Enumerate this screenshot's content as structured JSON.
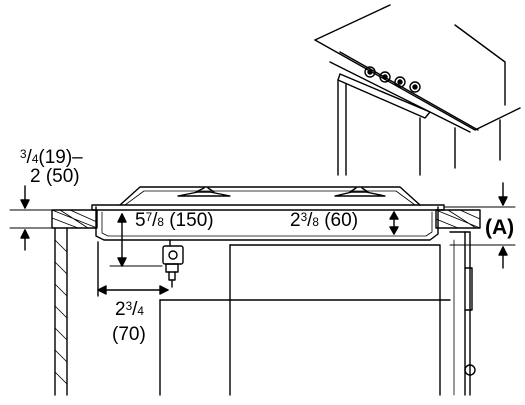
{
  "labels": {
    "depth_range_line1": {
      "num": "3",
      "den": "4",
      "rest": "(19)–"
    },
    "depth_range_line2": "2 (50)",
    "burner_depth": {
      "whole": "5",
      "num": "7",
      "den": "8",
      "rest": " (150)"
    },
    "side_depth": {
      "whole": "2",
      "num": "3",
      "den": "8",
      "rest": " (60)"
    },
    "connector_offset_line1": {
      "whole": "2",
      "num": "3",
      "den": "4"
    },
    "connector_offset_line2": "(70)",
    "ref_a": "(A)"
  }
}
